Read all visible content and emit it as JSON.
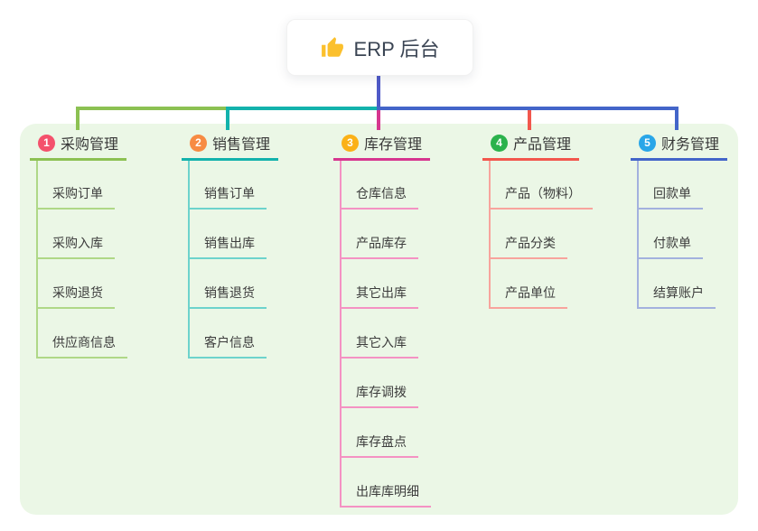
{
  "root": {
    "label": "ERP 后台",
    "icon": "thumbs-up"
  },
  "colors": {
    "canvas_bg": "#FFFFFF",
    "panel_bg": "#EBF7E6",
    "trunk": "#4F5AC8",
    "text": "#3C3C3C"
  },
  "branches": [
    {
      "index": "1",
      "label": "采购管理",
      "badge_color": "#F4516C",
      "line_color": "#8CC152",
      "soft_color": "#AFD887",
      "children": [
        "采购订单",
        "采购入库",
        "采购退货",
        "供应商信息"
      ]
    },
    {
      "index": "2",
      "label": "销售管理",
      "badge_color": "#F78B43",
      "line_color": "#13B2AC",
      "soft_color": "#6DD3CC",
      "children": [
        "销售订单",
        "销售出库",
        "销售退货",
        "客户信息"
      ]
    },
    {
      "index": "3",
      "label": "库存管理",
      "badge_color": "#FBB117",
      "line_color": "#D6368F",
      "soft_color": "#F492C3",
      "children": [
        "仓库信息",
        "产品库存",
        "其它出库",
        "其它入库",
        "库存调拨",
        "库存盘点",
        "出库库明细"
      ]
    },
    {
      "index": "4",
      "label": "产品管理",
      "badge_color": "#2BB24C",
      "line_color": "#F2574D",
      "soft_color": "#F8A49D",
      "children": [
        "产品（物料）",
        "产品分类",
        "产品单位"
      ]
    },
    {
      "index": "5",
      "label": "财务管理",
      "badge_color": "#29A6E8",
      "line_color": "#4365C9",
      "soft_color": "#A3B1DE",
      "children": [
        "回款单",
        "付款单",
        "结算账户"
      ]
    }
  ]
}
